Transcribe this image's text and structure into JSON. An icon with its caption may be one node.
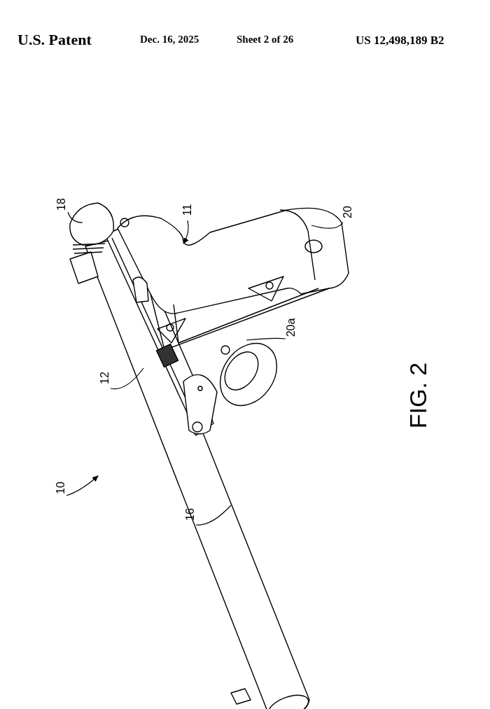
{
  "diagram": {
    "caption": "FIG. 2",
    "nodes": [
      {
        "text": [
          "18"
        ]
      },
      {
        "text": [
          "11"
        ]
      },
      {
        "text": [
          "20"
        ]
      },
      {
        "text": [
          "20a"
        ]
      },
      {
        "text": [
          "12"
        ]
      },
      {
        "text": [
          "10"
        ]
      },
      {
        "text": [
          "16"
        ]
      }
    ],
    "edges": [
      {
        "from": 0,
        "to": null,
        "arrow": "none"
      },
      {
        "from": 1,
        "to": null,
        "arrow": "to"
      },
      {
        "from": 2,
        "to": null,
        "arrow": "none"
      },
      {
        "from": 3,
        "to": null,
        "arrow": "none"
      },
      {
        "from": 4,
        "to": null,
        "arrow": "none"
      },
      {
        "from": 5,
        "to": null,
        "arrow": "to"
      },
      {
        "from": 6,
        "to": null,
        "arrow": "none"
      }
    ],
    "labels": [
      "U.S. Patent",
      "Dec. 16, 2025",
      "Sheet 2 of 26",
      "US 12,498,189 B2"
    ]
  }
}
